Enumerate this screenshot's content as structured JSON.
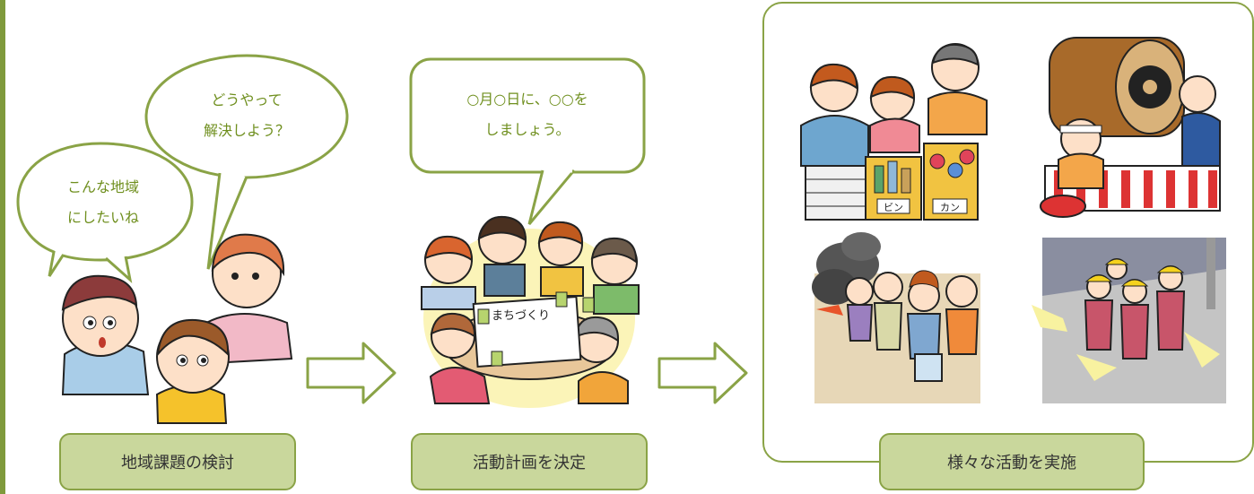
{
  "colors": {
    "accent": "#8aa346",
    "label_fill": "#c9d79c",
    "text_green": "#6f8f1e",
    "left_rule": "#7f9a3c"
  },
  "bubbles": {
    "b1": "こんな地域\nにしたいね",
    "b2": "どうやって\n解決しよう？",
    "b3": "○月○日に、○○を\nしましょう。"
  },
  "labels": {
    "step1": "地域課題の検討",
    "step2": "活動計画を決定",
    "step3": "様々な活動を実施"
  },
  "illustrations": {
    "recycle_signs": [
      "ビン",
      "カン"
    ],
    "machizukuri_sign": "まちづくり"
  }
}
